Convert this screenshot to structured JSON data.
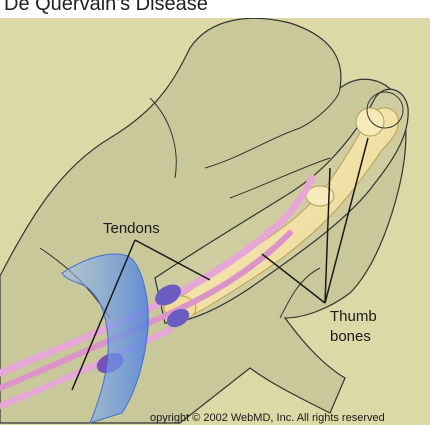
{
  "header": {
    "title": "De Quervain's Disease"
  },
  "labels": {
    "tendons": "Tendons",
    "thumb_bones_line1": "Thumb",
    "thumb_bones_line2": "bones"
  },
  "footer": {
    "copyright": "opyright © 2002 WebMD, Inc. All rights reserved"
  },
  "colors": {
    "background": "#dcd9a6",
    "bone": "#f3e4a6",
    "tendon": "#e6a6d6",
    "sheath": "#6f9de6",
    "outline": "#333333"
  }
}
